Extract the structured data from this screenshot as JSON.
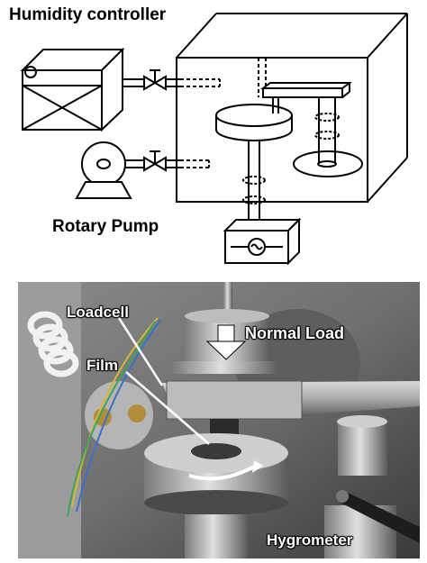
{
  "schematic": {
    "humidity_controller_label": "Humidity controller",
    "rotary_pump_label": "Rotary Pump"
  },
  "photo": {
    "loadcell_label": "Loadcell",
    "normal_load_label": "Normal Load",
    "film_label": "Film",
    "hygrometer_label": "Hygrometer"
  },
  "colors": {
    "line": "#000000",
    "photo_background": "#6e6e6e",
    "photo_text": "#ffffff"
  }
}
